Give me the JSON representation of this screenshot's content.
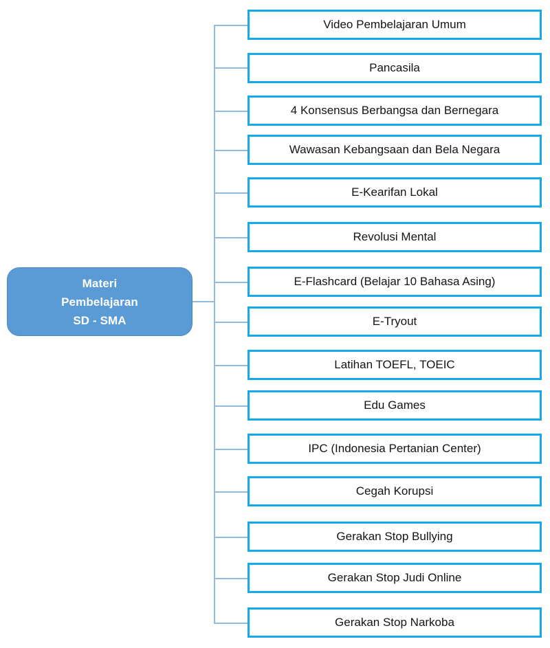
{
  "diagram": {
    "type": "tree-mindmap",
    "orientation": "left-root-right-leaves",
    "root": {
      "lines": [
        "Materi",
        "Pembelajaran",
        "SD - SMA"
      ],
      "fill_color": "#5B9BD5",
      "text_color": "#FFFFFF",
      "shape": "rounded-rectangle"
    },
    "leaf_style": {
      "border_color": "#14AAE8",
      "fill_color": "#FFFFFF",
      "text_color": "#141414"
    },
    "connector_color": "#8FBBDF",
    "leaves": [
      {
        "label": "Video Pembelajaran Umum"
      },
      {
        "label": "Pancasila"
      },
      {
        "label": "4 Konsensus Berbangsa dan Bernegara"
      },
      {
        "label": "Wawasan Kebangsaan dan Bela Negara"
      },
      {
        "label": "E-Kearifan Lokal"
      },
      {
        "label": "Revolusi Mental"
      },
      {
        "label": "E-Flashcard (Belajar 10 Bahasa Asing)"
      },
      {
        "label": "E-Tryout"
      },
      {
        "label": "Latihan TOEFL, TOEIC"
      },
      {
        "label": "Edu Games"
      },
      {
        "label": "IPC (Indonesia Pertanian Center)"
      },
      {
        "label": "Cegah Korupsi"
      },
      {
        "label": "Gerakan Stop Bullying"
      },
      {
        "label": "Gerakan Stop Judi Online"
      },
      {
        "label": "Gerakan Stop Narkoba"
      }
    ]
  }
}
